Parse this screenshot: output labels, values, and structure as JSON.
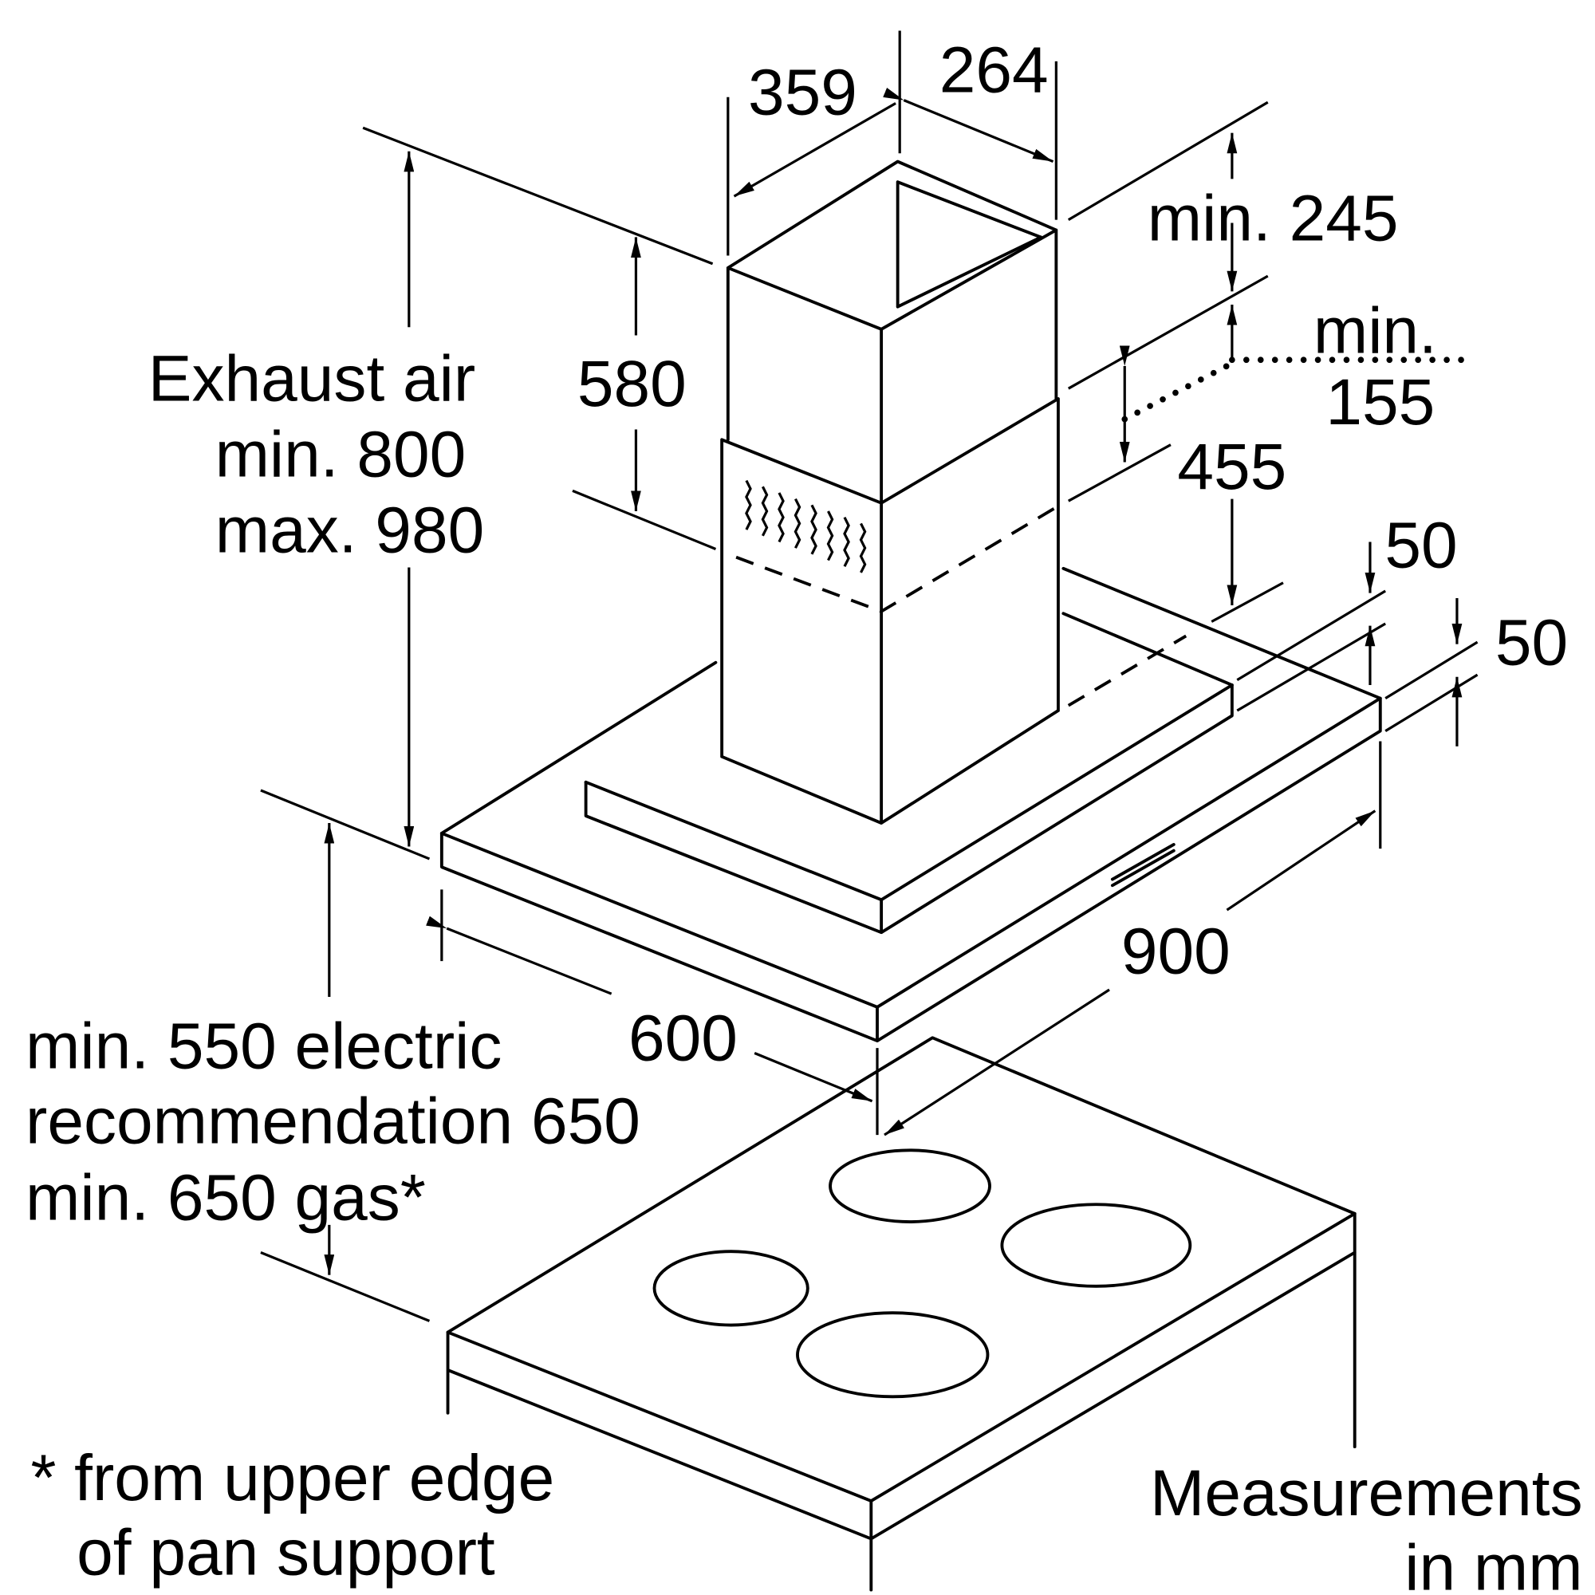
{
  "labels": {
    "d359": "359",
    "d264": "264",
    "exhaust_line1": "Exhaust air",
    "exhaust_line2": "min. 800",
    "exhaust_line3": "max. 980",
    "d580": "580",
    "min245": "min. 245",
    "min155_a": "min.",
    "min155_b": "155",
    "d455": "455",
    "d50a": "50",
    "d50b": "50",
    "d900": "900",
    "d600": "600",
    "clear_line1": "min. 550 electric",
    "clear_line2": "recommendation 650",
    "clear_line3": "min. 650 gas*",
    "footnote_line1": "* from upper edge",
    "footnote_line2": "of pan support",
    "units_line1": "Measurements",
    "units_line2": "in mm"
  }
}
